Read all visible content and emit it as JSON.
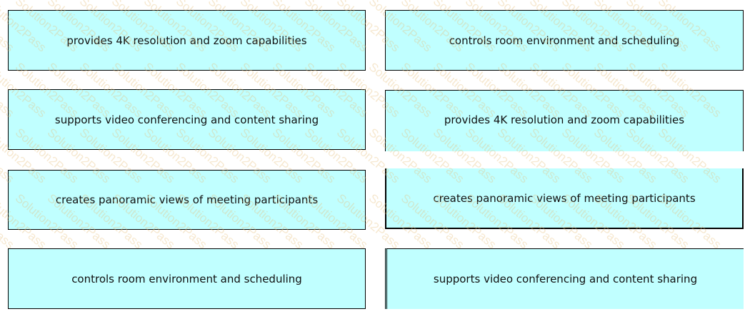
{
  "watermark": "Solution2Pass",
  "left_items": [
    "provides 4K resolution and zoom capabilities",
    "supports video conferencing and content sharing",
    "creates panoramic views of meeting participants",
    "controls room environment and scheduling"
  ],
  "right_items": [
    "controls room environment and scheduling",
    "provides 4K resolution and zoom capabilities",
    "creates panoramic views of meeting participants",
    "supports video conferencing and content sharing"
  ],
  "colors": {
    "box_fill": "#c0ffff",
    "border": "#000000"
  }
}
